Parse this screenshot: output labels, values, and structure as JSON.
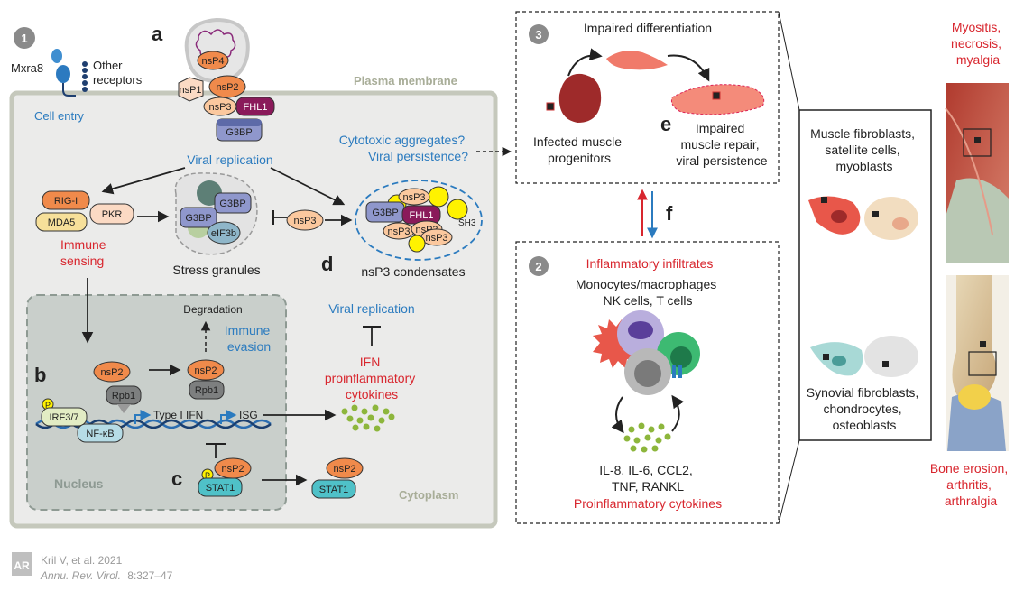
{
  "panels": {
    "p1": {
      "number": "1",
      "letter_a": "a",
      "letter_b": "b",
      "letter_c": "c",
      "letter_d": "d"
    },
    "p2": {
      "number": "2"
    },
    "p3": {
      "number": "3",
      "letter_e": "e"
    },
    "letter_f": "f"
  },
  "cell_entry": {
    "mxra8": "Mxra8",
    "other_receptors": [
      "Other",
      "receptors"
    ],
    "label": "Cell entry"
  },
  "membrane": {
    "plasma": "Plasma membrane",
    "cytoplasm": "Cytoplasm",
    "nucleus": "Nucleus"
  },
  "replication_complex": {
    "nsP4": "nsP4",
    "nsP1": "nsP1",
    "nsP2": "nsP2",
    "nsP3": "nsP3",
    "FHL1": "FHL1",
    "G3BP": "G3BP",
    "label": "Viral replication"
  },
  "cytotoxic": [
    "Cytotoxic aggregates?",
    "Viral persistence?"
  ],
  "immune": {
    "RIG_I": "RIG-I",
    "MDA5": "MDA5",
    "PKR": "PKR",
    "label": [
      "Immune",
      "sensing"
    ]
  },
  "stress_granules": {
    "G3BP": "G3BP",
    "eIF3b": "eIF3b",
    "label": "Stress granules"
  },
  "nsP3_inhibitor": "nsP3",
  "condensates": {
    "G3BP": "G3BP",
    "FHL1": "FHL1",
    "nsP3": "nsP3",
    "SH3": "SH3",
    "label": "nsP3 condensates"
  },
  "nucleus_panel": {
    "degradation": "Degradation",
    "immune_evasion": [
      "Immune",
      "evasion"
    ],
    "nsP2": "nsP2",
    "Rpb1": "Rpb1",
    "P": "P",
    "IRF": "IRF3/7",
    "NFkB": "NF-κB",
    "type1ifn": "Type I IFN",
    "ISG": "ISG",
    "STAT1": "STAT1"
  },
  "viral_replication_2": "Viral replication",
  "ifn": [
    "IFN",
    "proinflammatory",
    "cytokines"
  ],
  "panel3": {
    "title": "Impaired differentiation",
    "infected": [
      "Infected muscle",
      "progenitors"
    ],
    "impaired": [
      "Impaired",
      "muscle repair,",
      "viral persistence"
    ]
  },
  "panel2": {
    "title": "Inflammatory infiltrates",
    "cells": [
      "Monocytes/macrophages",
      "NK cells, T cells"
    ],
    "cytokines": [
      "IL-8, IL-6, CCL2,",
      "TNF, RANKL"
    ],
    "cytokines_label": "Proinflammatory cytokines"
  },
  "right_box": {
    "muscle": [
      "Muscle fibroblasts,",
      "satellite cells,",
      "myoblasts"
    ],
    "synovial": [
      "Synovial fibroblasts,",
      "chondrocytes,",
      "osteoblasts"
    ]
  },
  "outcomes": {
    "muscle": [
      "Myositis,",
      "necrosis,",
      "myalgia"
    ],
    "bone": [
      "Bone erosion,",
      "arthritis,",
      "arthralgia"
    ]
  },
  "citation": {
    "logo": "AR",
    "authors": "Kril V, et al. 2021",
    "journal": "Annu. Rev. Virol.",
    "pages": "8:327–47"
  },
  "colors": {
    "orange": "#f08a4b",
    "peach": "#fbdac4",
    "purple": "#8a1a5a",
    "lavender": "#8f97cc",
    "yellow": "#fff200",
    "lightgreen": "#c6d9a2",
    "teal": "#4fc1c8",
    "blue_text": "#2b7bbf",
    "red_text": "#d8262e"
  }
}
